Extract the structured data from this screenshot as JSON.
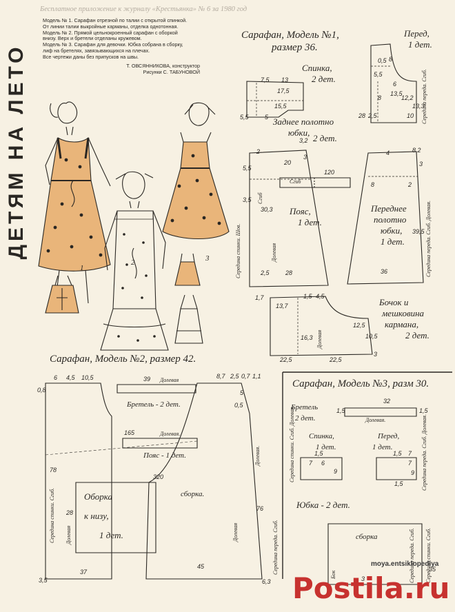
{
  "header": {
    "text": "Бесплатное приложение к журналу «Крестьянка» № 6 за 1980 год"
  },
  "title": "ДЕТЯМ НА ЛЕТО",
  "description": [
    "Модель № 1. Сарафан отрезной по талии с открытой спинкой.",
    "От линии талии выкройные карманы, отделка однотонная.",
    "Модель № 2. Прямой цельнокроенный сарафан с оборкой",
    "внизу. Верх и бретели отделаны кружевом.",
    "Модель № 3. Сарафан для девочки. Юбка собрана в сборку,",
    "лиф на бретелях, завязывающихся на плечах.",
    "Все чертежи даны без припусков на швы."
  ],
  "credits": {
    "constructor": "Т. ОВСЯННИКОВА, конструктор",
    "artist": "Рисунки С. ТАБУНОВОЙ"
  },
  "figure_numbers": [
    "1",
    "2",
    "3"
  ],
  "model1": {
    "title": "Сарафан, Модель №1,",
    "size": "размер 36.",
    "front_bodice": "Перед,",
    "front_count": "1 дет.",
    "back_bodice": "Спинка,",
    "back_count": "2 дет.",
    "back_skirt": "Заднее полотно",
    "back_skirt2": "юбки,",
    "back_skirt_count": "2 дет.",
    "belt": "Пояс,",
    "belt_count": "1 дет.",
    "front_skirt": "Переднее",
    "front_skirt2": "полотно",
    "front_skirt3": "юбки,",
    "front_skirt_count": "1 дет.",
    "pocket": "Бочок и",
    "pocket2": "мешковина",
    "pocket3": "кармана,",
    "pocket_count": "2 дет.",
    "fold": "Сгиб",
    "grain": "Долевая",
    "center_back": "Середина спинки. Шов.",
    "center_front": "Середина переда. Сгиб.",
    "center_front2": "Середина переда. Сгиб. Долевая."
  },
  "model1_dims": {
    "b_75": "7,5",
    "b_13": "13",
    "b_175": "17,5",
    "b_155": "15,5",
    "b_55a": "5,5",
    "b_5": "5",
    "f_05": "0,5",
    "f_8": "8",
    "f_55": "5,5",
    "f_6": "6",
    "f_135": "13,5",
    "f_122": "12,2",
    "f_8b": "8",
    "f_133": "13,3",
    "f_10": "10",
    "f_28": "28",
    "f_25": "2,5",
    "s_2": "2",
    "s_32": "3,2",
    "s_20": "20",
    "s_3": "3",
    "s_55": "5,5",
    "s_35": "3,5",
    "s_303": "30,3",
    "s_25": "2,5",
    "s_28": "28",
    "belt_120": "120",
    "fs_4": "4",
    "fs_82": "8,2",
    "fs_8": "8",
    "fs_2": "2",
    "fs_3": "3",
    "fs_395": "39,5",
    "fs_36": "36",
    "p_17": "1,7",
    "p_137": "13,7",
    "p_15": "1,5",
    "p_45": "4,5",
    "p_163": "16,3",
    "p_125": "12,5",
    "p_105": "10,5",
    "p_225a": "22,5",
    "p_225b": "22,5",
    "p_3": "3"
  },
  "model2": {
    "title": "Сарафан, Модель №2, размер 42.",
    "strap": "Бретель - 2 дет.",
    "belt": "Пояс - 1 дет.",
    "ruffle": "Оборка",
    "ruffle2": "к низу,",
    "ruffle_count": "1 дет.",
    "gather": "сборка.",
    "grain": "Долевая",
    "grain2": "Долевая.",
    "center_back": "Середина спинки. Сгиб.",
    "center_front": "Середина переда. Сгиб."
  },
  "model2_dims": {
    "d_08": "0,8",
    "d_6": "6",
    "d_45": "4,5",
    "d_105": "10,5",
    "d_39": "39",
    "d_87": "8,7",
    "d_25": "2,5",
    "d_07": "0,7",
    "d_11": "1,1",
    "d_5": "5",
    "d_05": "0,5",
    "d_165": "165",
    "d_78": "78",
    "d_320": "320",
    "d_28": "28",
    "d_76": "76",
    "d_37": "37",
    "d_45b": "45",
    "d_35": "3,5",
    "d_63": "6,3"
  },
  "model3": {
    "title": "Сарафан, Модель №3, разм 30.",
    "strap": "Бретель",
    "strap_count": "2 дет.",
    "grain": "Долевая.",
    "back": "Спинка,",
    "back_count": "1 дет.",
    "front": "Перед,",
    "front_count": "1 дет.",
    "skirt": "Юбка - 2 дет.",
    "gather": "сборка",
    "center_back": "Середина спинки. Сгиб. Долевая.",
    "center_front": "Середина переда. Сгиб. Долевая.",
    "side": "Бок",
    "center_front2": "Середина переда. Сгиб.",
    "center_back2": "Середина спинки. Сгиб."
  },
  "model3_dims": {
    "m3_32": "32",
    "m3_15a": "1,5",
    "m3_15b": "1,5",
    "m3_15c": "1,5",
    "m3_15d": "1,5",
    "m3_15e": "1,5",
    "m3_7a": "7",
    "m3_6": "6",
    "m3_9a": "9",
    "m3_7b": "7",
    "m3_7c": "7",
    "m3_9b": "9",
    "m3_3": "3",
    "m3_35": "35"
  },
  "watermark": "moya.entsiklopediya",
  "logo": "Postila.ru"
}
